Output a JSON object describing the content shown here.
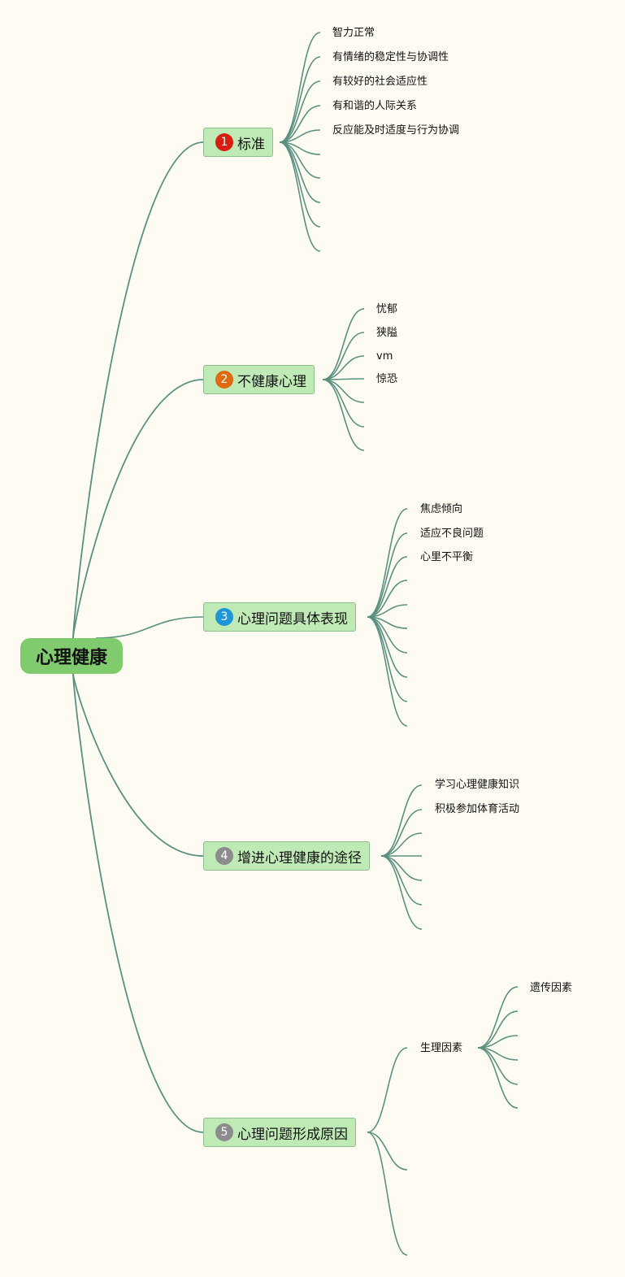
{
  "root": {
    "label": "心理健康"
  },
  "link_color": "#5b9080",
  "branches": [
    {
      "badge": "1",
      "badge_color": "#d61f10",
      "label": "标准",
      "children": [
        "智力正常",
        "有情绪的稳定性与协调性",
        "有较好的社会适应性",
        "有和谐的人际关系",
        "反应能及时适度与行为协调"
      ]
    },
    {
      "badge": "2",
      "badge_color": "#e06a12",
      "label": "不健康心理",
      "children": [
        "忧郁",
        "狭隘",
        "vm",
        "惊恐"
      ]
    },
    {
      "badge": "3",
      "badge_color": "#1d96d8",
      "label": "心理问题具体表现",
      "children": [
        "焦虑倾向",
        "适应不良问题",
        "心里不平衡"
      ]
    },
    {
      "badge": "4",
      "badge_color": "#8c8c8c",
      "label": "增进心理健康的途径",
      "children": [
        "学习心理健康知识",
        "积极参加体育活动"
      ]
    },
    {
      "badge": "5",
      "badge_color": "#8c8c8c",
      "label": "心理问题形成原因",
      "children": [
        "生理因素"
      ]
    }
  ],
  "sub": {
    "parent": "生理因素",
    "children": [
      "遗传因素"
    ]
  }
}
